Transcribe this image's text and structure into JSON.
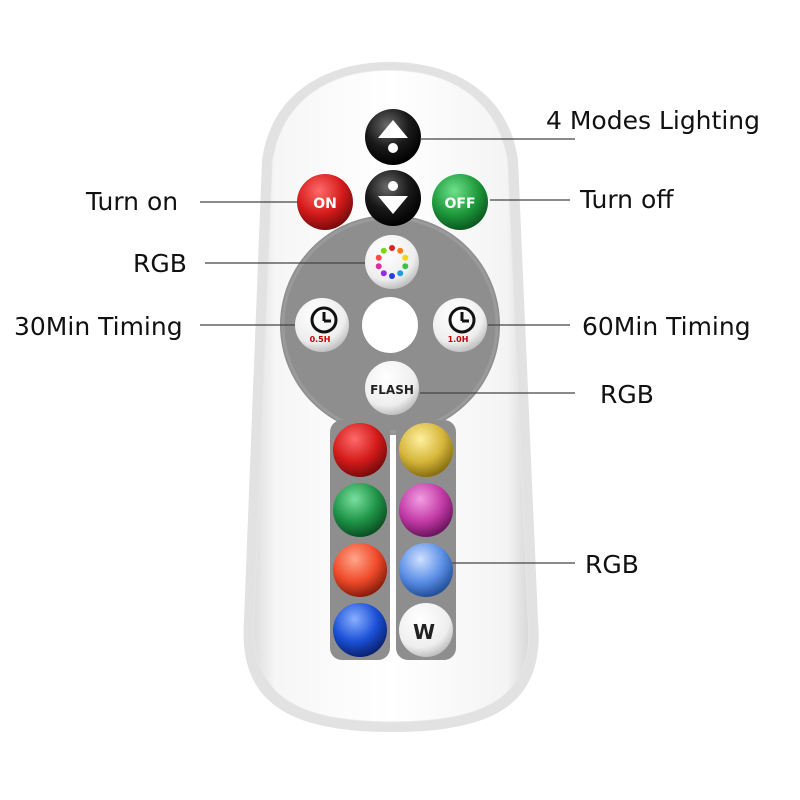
{
  "callouts": {
    "modes": "4 Modes Lighting",
    "turn_on": "Turn on",
    "turn_off": "Turn off",
    "rgb_top": "RGB",
    "timing_30": "30Min Timing",
    "timing_60": "60Min Timing",
    "rgb_flash": "RGB",
    "rgb_colors": "RGB"
  },
  "buttons": {
    "on": "ON",
    "off": "OFF",
    "flash": "FLASH",
    "timer_30": "0.5H",
    "timer_60": "1.0H",
    "white": "W"
  },
  "colors": {
    "on": "#d81c1c",
    "off": "#1f9a3c",
    "mode": "#1a1a1a",
    "panel": "#8e8e8e",
    "color_buttons": [
      "#d41a1a",
      "#d6b63a",
      "#1e9346",
      "#c23aa6",
      "#ef4a2a",
      "#5b8fe6",
      "#1a4fd6",
      "#f2f2f2"
    ]
  },
  "icons": {
    "mode_up": "arrow-up-sun-icon",
    "mode_down": "arrow-down-sun-icon",
    "rgb": "color-ring-icon",
    "timer": "clock-icon"
  }
}
